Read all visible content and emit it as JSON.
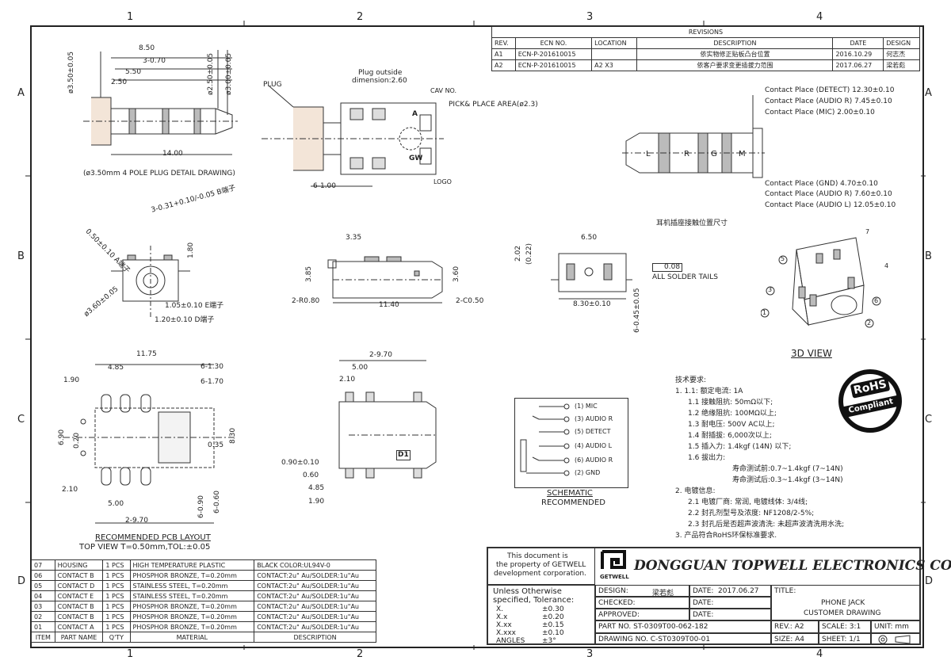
{
  "zones": {
    "cols": [
      "1",
      "2",
      "3",
      "4"
    ],
    "rows": [
      "A",
      "B",
      "C",
      "D"
    ]
  },
  "revisions": {
    "title": "REVISIONS",
    "headers": [
      "REV.",
      "ECN NO.",
      "LOCATION",
      "DESCRIPTION",
      "DATE",
      "DESIGN"
    ],
    "rows": [
      {
        "rev": "A1",
        "ecn": "ECN-P-201610015",
        "location": "",
        "description": "依实物修正贴板凸台位置",
        "date": "2016.10.29",
        "design": "何志杰"
      },
      {
        "rev": "A2",
        "ecn": "ECN-P-201610015",
        "location": "A2 X3",
        "description": "依客户要求变更插拔力范围",
        "date": "2017.06.27",
        "design": "梁若彪"
      }
    ]
  },
  "plug_detail": {
    "dims": [
      "8.50",
      "3-0.70",
      "5.50",
      "2.50",
      "ø3.50±0.05",
      "ø2.50±0.05",
      "ø3.00±0.05",
      "14.00"
    ],
    "caption": "(ø3.50mm 4 POLE PLUG DETAIL DRAWING)"
  },
  "top_view": {
    "labels": [
      "PLUG",
      "Plug outside",
      "dimension:2.60",
      "CAV NO.",
      "PICK& PLACE AREA(ø2.3)",
      "6-1.00",
      "LOGO",
      "A",
      "GW"
    ]
  },
  "contact_places": {
    "top": [
      "Contact Place (DETECT) 12.30±0.10",
      "Contact Place (AUDIO R) 7.45±0.10",
      "Contact Place (MIC) 2.00±0.10"
    ],
    "bottom": [
      "Contact Place (GND) 4.70±0.10",
      "Contact Place (AUDIO R) 7.60±0.10",
      "Contact Place (AUDIO L) 12.05±0.10"
    ],
    "segments": [
      "L",
      "R",
      "G",
      "M"
    ],
    "caption": "耳机插座接触位置尺寸"
  },
  "front_view": {
    "dims": [
      "0.50±0.10 A端子",
      "3-0.31+0.10/-0.05 B端子",
      "1.80",
      "ø3.60±0.05",
      "1.05±0.10 E端子",
      "1.20±0.10 D端子"
    ]
  },
  "side_view": {
    "dims": [
      "3.35",
      "3.85",
      "3.60",
      "2-R0.80",
      "11.40",
      "2-C0.50"
    ]
  },
  "rear_view": {
    "dims": [
      "6.50",
      "2.02",
      "(0.22)",
      "8.30±0.10",
      "6-0.45±0.05",
      "0.08",
      "ALL SOLDER TAILS"
    ]
  },
  "view3d": {
    "label": "3D VIEW",
    "callouts": [
      "1",
      "2",
      "3",
      "4",
      "5",
      "6",
      "7"
    ]
  },
  "pcb_layout": {
    "dims": [
      "11.75",
      "4.85",
      "6-1.30",
      "1.90",
      "6-1.70",
      "6.90",
      "0.20",
      "0.35",
      "8.30",
      "2.10",
      "5.00",
      "6-0.90",
      "6-0.60",
      "2-9.70"
    ],
    "title": "RECOMMENDED PCB LAYOUT",
    "subtitle": "TOP VIEW T=0.50mm,TOL:±0.05"
  },
  "bottom_view": {
    "dims": [
      "2-9.70",
      "5.00",
      "2.10",
      "0.90±0.10",
      "0.60",
      "4.85",
      "1.90",
      "D1"
    ]
  },
  "schematic": {
    "pins": [
      {
        "num": "1",
        "name": "MIC"
      },
      {
        "num": "3",
        "name": "AUDIO R"
      },
      {
        "num": "5",
        "name": "DETECT"
      },
      {
        "num": "4",
        "name": "AUDIO L"
      },
      {
        "num": "6",
        "name": "AUDIO R"
      },
      {
        "num": "2",
        "name": "GND"
      }
    ],
    "title": "SCHEMATIC",
    "subtitle": "RECOMMENDED"
  },
  "tech_req": [
    "技术要求:",
    "1. 1.1: 额定电流: 1A",
    "1.1 接触阻抗: 50mΩ以下;",
    "1.2 绝缘阻抗: 100MΩ以上;",
    "1.3 耐电压: 500V AC以上;",
    "1.4 耐插拔: 6,000次以上;",
    "1.5 插入力: 1.4kgf (14N) 以下;",
    "1.6 拔出力:",
    "寿命测试前:0.7~1.4kgf (7~14N)",
    "寿命测试后:0.3~1.4kgf (3~14N)",
    "2. 电镀信息:",
    "2.1 电镀厂商: 常润, 电镀线体: 3/4线;",
    "2.2 封孔剂型号及浓度: NF1208/2-5%;",
    "2.3 封孔后是否超声波清洗: 未超声波清洗用水洗;",
    "3. 产品符合RoHS环保标准要求."
  ],
  "rohs": {
    "top": "RoHS",
    "bottom": "Compliant"
  },
  "bom": {
    "headers": [
      "ITEM",
      "PART NAME",
      "Q'TY",
      "MATERIAL",
      "DESCRIPTION"
    ],
    "rows": [
      {
        "item": "07",
        "part": "HOUSING",
        "qty": "1 PCS",
        "material": "HIGH TEMPERATURE PLASTIC",
        "desc": "BLACK COLOR:UL94V-0"
      },
      {
        "item": "06",
        "part": "CONTACT B",
        "qty": "1 PCS",
        "material": "PHOSPHOR BRONZE, T=0.20mm",
        "desc": "CONTACT:2u\" Au/SOLDER:1u\"Au"
      },
      {
        "item": "05",
        "part": "CONTACT D",
        "qty": "1 PCS",
        "material": "STAINLESS STEEL, T=0.20mm",
        "desc": "CONTACT:2u\" Au/SOLDER:1u\"Au"
      },
      {
        "item": "04",
        "part": "CONTACT E",
        "qty": "1 PCS",
        "material": "STAINLESS STEEL, T=0.20mm",
        "desc": "CONTACT:2u\" Au/SOLDER:1u\"Au"
      },
      {
        "item": "03",
        "part": "CONTACT B",
        "qty": "1 PCS",
        "material": "PHOSPHOR BRONZE, T=0.20mm",
        "desc": "CONTACT:2u\" Au/SOLDER:1u\"Au"
      },
      {
        "item": "02",
        "part": "CONTACT B",
        "qty": "1 PCS",
        "material": "PHOSPHOR BRONZE, T=0.20mm",
        "desc": "CONTACT:2u\" Au/SOLDER:1u\"Au"
      },
      {
        "item": "01",
        "part": "CONTACT A",
        "qty": "1 PCS",
        "material": "PHOSPHOR BRONZE, T=0.20mm",
        "desc": "CONTACT:2u\" Au/SOLDER:1u\"Au"
      }
    ]
  },
  "title_block": {
    "property": [
      "This document is",
      "the property of GETWELL",
      "development corporation."
    ],
    "company": "DONGGUAN TOPWELL ELECTRONICS CO.,LTD.",
    "logo_text": "GETWELL",
    "tolerance_title": [
      "Unless Otherwise",
      "specified, Tolerance:"
    ],
    "tolerances": [
      {
        "k": "X.",
        "v": "±0.30"
      },
      {
        "k": "X.x",
        "v": "±0.20"
      },
      {
        "k": "X.xx",
        "v": "±0.15"
      },
      {
        "k": "X.xxx",
        "v": "±0.10"
      },
      {
        "k": "ANGLES",
        "v": "±3°"
      }
    ],
    "design_label": "DESIGN:",
    "design_value": "梁若彪",
    "date_label": "DATE:",
    "date_value": "2017.06.27",
    "checked_label": "CHECKED:",
    "approved_label": "APPROVED:",
    "title_label": "TITLE:",
    "title_line1": "PHONE JACK",
    "title_line2": "CUSTOMER DRAWING",
    "part_no": "PART NO. ST-0309T00-062-182",
    "drawing_no": "DRAWING NO. C-ST0309T00-01",
    "rev": "REV.: A2",
    "scale": "SCALE: 3:1",
    "unit": "UNIT: mm",
    "size": "SIZE: A4",
    "sheet": "SHEET: 1/1"
  }
}
